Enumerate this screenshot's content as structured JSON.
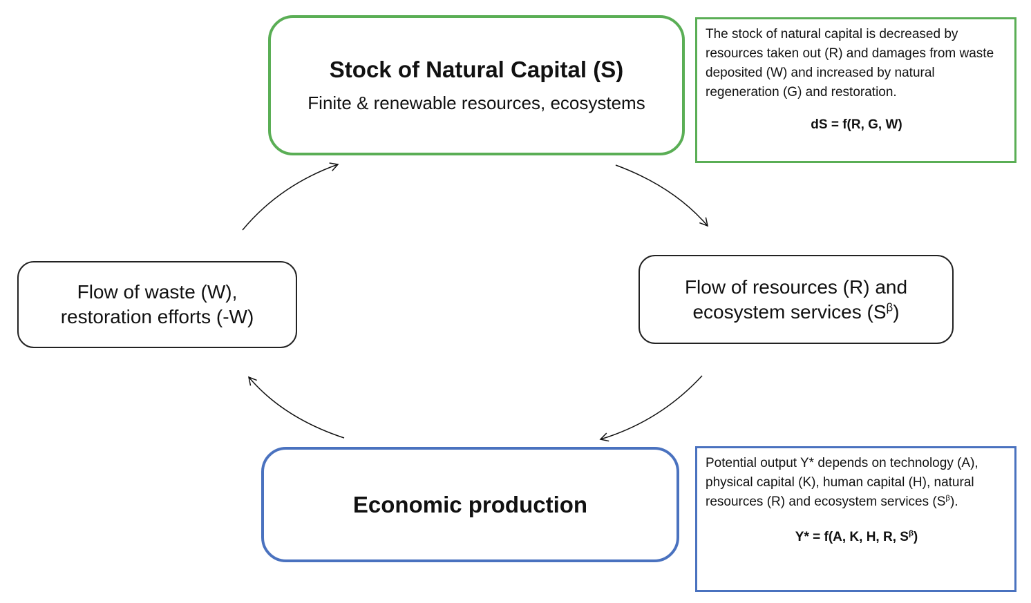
{
  "stock": {
    "title": "Stock of Natural Capital (S)",
    "subtitle": "Finite & renewable resources, ecosystems"
  },
  "stock_note": {
    "text": "The stock of natural capital is decreased by resources taken out (R) and damages from waste deposited (W) and increased  by natural regeneration (G) and restoration.",
    "formula": "dS = f(R, G, W)"
  },
  "flow_resources": {
    "line1": "Flow of resources (R) and",
    "line2": "ecosystem services (S",
    "sup": "β",
    "line2_end": ")"
  },
  "flow_waste": {
    "line1": "Flow of waste (W),",
    "line2": "restoration efforts (-W)"
  },
  "production": {
    "title": "Economic production"
  },
  "production_note": {
    "text": "Potential output Y* depends on technology (A), physical capital (K), human capital (H), natural resources (R)  and ecosystem services (S",
    "sup": "β",
    "text_end": ").",
    "formula": "Y* = f(A, K, H, R, S",
    "formula_sup": "β",
    "formula_end": ")"
  },
  "colors": {
    "green": "#5aae55",
    "blue": "#4a72bf",
    "outline": "#222222"
  }
}
